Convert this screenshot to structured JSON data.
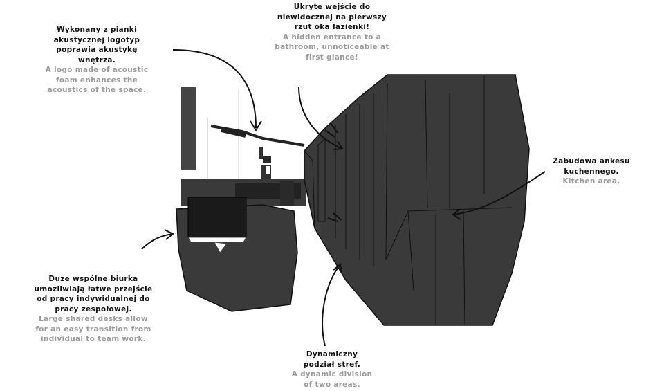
{
  "annotations": {
    "logo": {
      "pl": "Wykonany z pianki\nakustycznej logotyp\npoprawia akustykę\nwnętrza.",
      "en": "A logo made of acoustic\nfoam enhances the\nacoustics of the space."
    },
    "bathroom": {
      "pl": "Ukryte wejście do\nniewidocznej na pierwszy\nrzut oka łazienki!",
      "en": "A hidden entrance to a\nbathroom, unnoticeable at\nfirst glance!"
    },
    "kitchen": {
      "pl": "Zabudowa ankesu\nkuchennego.",
      "en": "Kitchen area."
    },
    "desks": {
      "pl": "Duze wspólne biurka\numozliwiają łatwe przejście\nod pracy indywidualnej do\npracy zespołowej.",
      "en": "Large shared desks allow\nfor an easy transition from\nindividual to team work."
    },
    "division": {
      "pl": "Dynamiczny\npodział stref.",
      "en": "A dynamic division\nof two areas."
    }
  },
  "colors": {
    "ink": "#111111",
    "fill": "#3a3a3a",
    "muted": "#9a9a9a"
  }
}
